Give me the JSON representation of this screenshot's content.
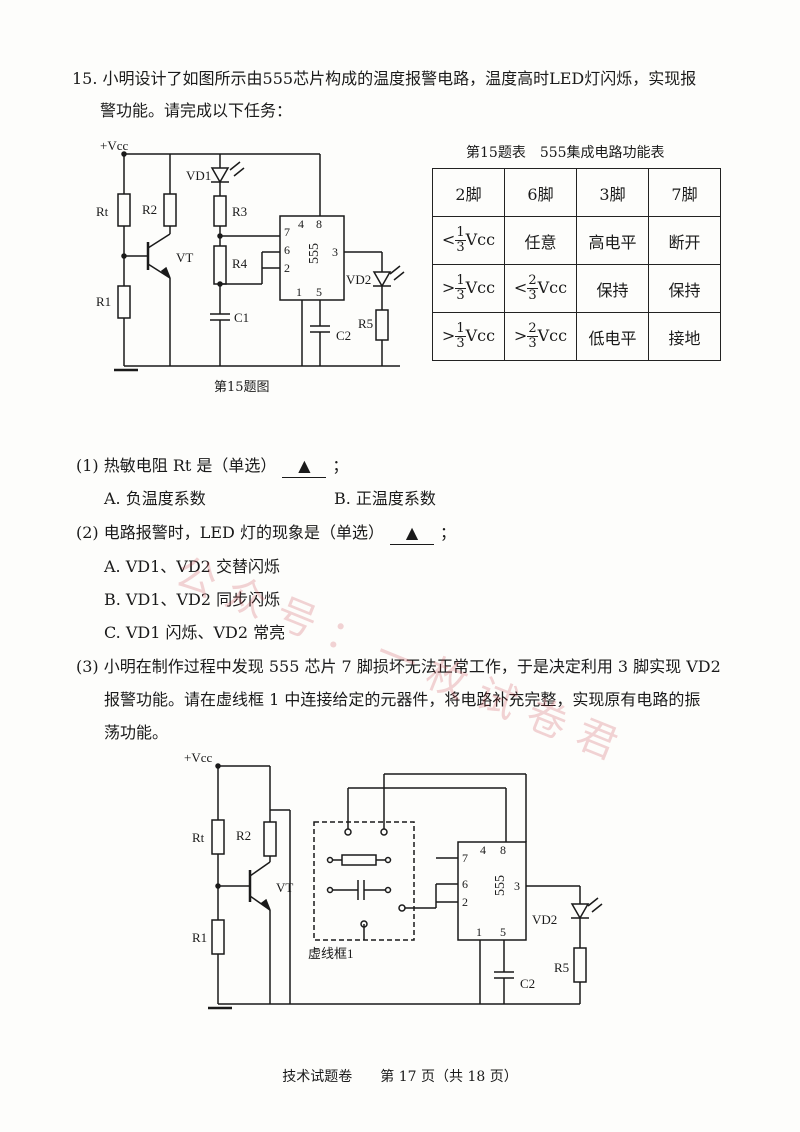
{
  "question": {
    "number": "15.",
    "stem_line1": "小明设计了如图所示由555芯片构成的温度报警电路，温度高时LED灯闪烁，实现报",
    "stem_line2": "警功能。请完成以下任务："
  },
  "figure1": {
    "caption": "第15题图",
    "labels": {
      "vcc": "+Vcc",
      "rt": "Rt",
      "r1": "R1",
      "r2": "R2",
      "r3": "R3",
      "r4": "R4",
      "r5": "R5",
      "vt": "VT",
      "vd1": "VD1",
      "vd2": "VD2",
      "c1": "C1",
      "c2": "C2",
      "chip": "555",
      "pin7": "7",
      "pin6": "6",
      "pin2": "2",
      "pin4": "4",
      "pin8": "8",
      "pin3": "3",
      "pin1": "1",
      "pin5": "5"
    }
  },
  "table": {
    "title": "第15题表　555集成电路功能表",
    "headers": [
      "2脚",
      "6脚",
      "3脚",
      "7脚"
    ],
    "rows": [
      {
        "c1_prefix": "<",
        "c1_num": "1",
        "c1_den": "3",
        "c1_suffix": "Vcc",
        "c2": "任意",
        "c3": "高电平",
        "c4": "断开"
      },
      {
        "c1_prefix": ">",
        "c1_num": "1",
        "c1_den": "3",
        "c1_suffix": "Vcc",
        "c2_prefix": "<",
        "c2_num": "2",
        "c2_den": "3",
        "c2_suffix": "Vcc",
        "c3": "保持",
        "c4": "保持"
      },
      {
        "c1_prefix": ">",
        "c1_num": "1",
        "c1_den": "3",
        "c1_suffix": "Vcc",
        "c2_prefix": ">",
        "c2_num": "2",
        "c2_den": "3",
        "c2_suffix": "Vcc",
        "c3": "低电平",
        "c4": "接地"
      }
    ]
  },
  "sub1": {
    "text": "(1) 热敏电阻 Rt 是（单选）",
    "blank": "▲",
    "end": "；",
    "option_a": "A. 负温度系数",
    "option_b": "B. 正温度系数"
  },
  "sub2": {
    "text": "(2) 电路报警时，LED 灯的现象是（单选）",
    "blank": "▲",
    "end": "；",
    "option_a": "A. VD1、VD2 交替闪烁",
    "option_b": "B. VD1、VD2 同步闪烁",
    "option_c": "C. VD1 闪烁、VD2 常亮"
  },
  "sub3": {
    "line1": "(3) 小明在制作过程中发现 555 芯片 7 脚损坏无法正常工作，于是决定利用 3 脚实现 VD2",
    "line2": "报警功能。请在虚线框 1 中连接给定的元器件，将电路补充完整，实现原有电路的振",
    "line3": "荡功能。"
  },
  "figure2": {
    "box_label": "虚线框1",
    "labels": {
      "vcc": "+Vcc",
      "rt": "Rt",
      "r1": "R1",
      "r2": "R2",
      "r5": "R5",
      "vt": "VT",
      "vd2": "VD2",
      "c2": "C2",
      "chip": "555",
      "pin7": "7",
      "pin6": "6",
      "pin2": "2",
      "pin4": "4",
      "pin8": "8",
      "pin3": "3",
      "pin1": "1",
      "pin5": "5"
    }
  },
  "watermark": "公众号：一枚试卷君",
  "footer": "技术试题卷　　第 17 页（共 18 页）"
}
